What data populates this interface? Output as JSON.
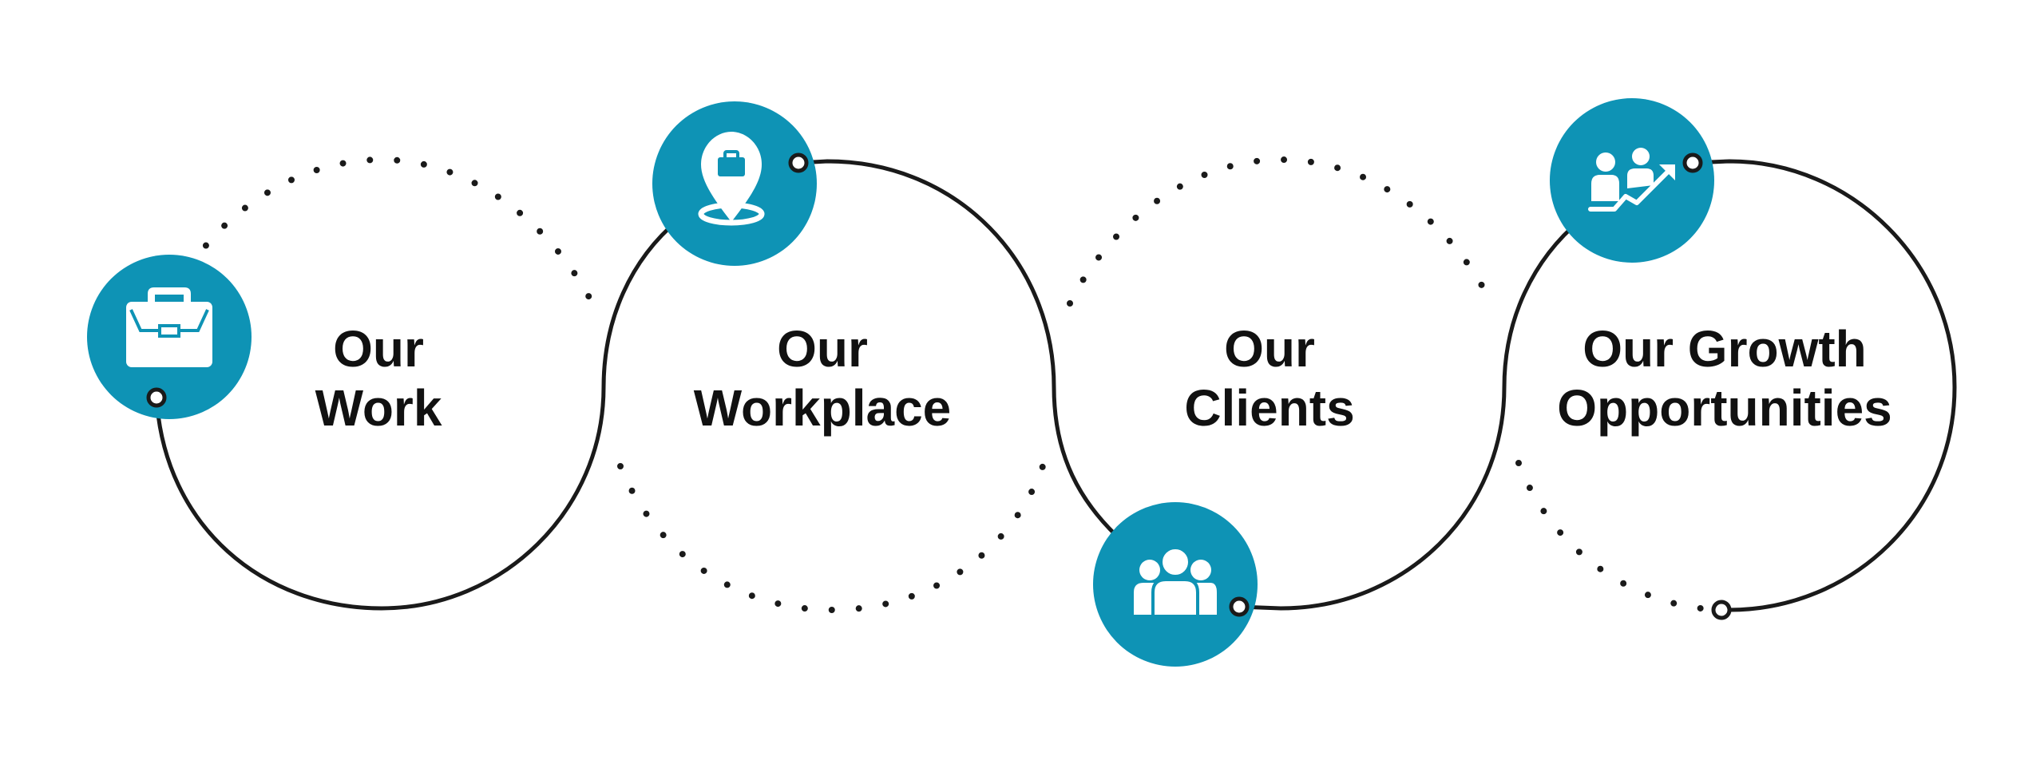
{
  "steps": [
    {
      "line1": "Our",
      "line2": "Work",
      "icon": "briefcase-icon"
    },
    {
      "line1": "Our",
      "line2": "Workplace",
      "icon": "location-pin-briefcase-icon"
    },
    {
      "line1": "Our",
      "line2": "Clients",
      "icon": "group-people-icon"
    },
    {
      "line1": "Our Growth",
      "line2": "Opportunities",
      "icon": "team-growth-icon"
    }
  ],
  "colors": {
    "accent": "#0E93B5",
    "line": "#1A1A1A",
    "text": "#111111",
    "background": "#FFFFFF"
  }
}
